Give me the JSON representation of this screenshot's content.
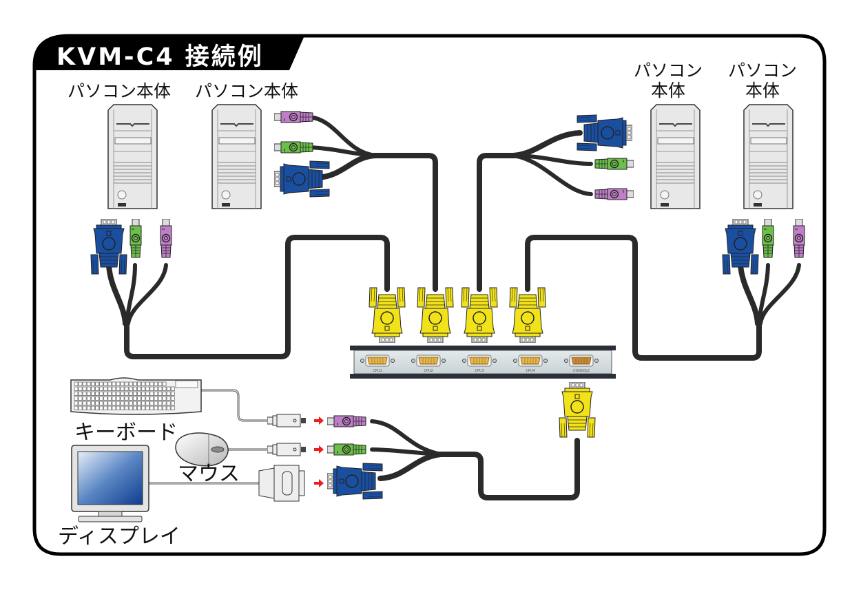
{
  "title": "KVM-C4 接続例",
  "pcs": [
    {
      "label": "パソコン本体",
      "lines": [
        "パソコン本体"
      ]
    },
    {
      "label": "パソコン本体",
      "lines": [
        "パソコン本体"
      ]
    },
    {
      "label": "パソコン本体",
      "lines": [
        "パソコン",
        "本体"
      ]
    },
    {
      "label": "パソコン本体",
      "lines": [
        "パソコン",
        "本体"
      ]
    }
  ],
  "peripherals": {
    "keyboard": "キーボード",
    "mouse": "マウス",
    "display": "ディスプレイ"
  },
  "switch": {
    "ports": [
      "CPU1",
      "CPU2",
      "CPU3",
      "CPU4",
      "CONSOLE"
    ]
  },
  "colors": {
    "frame": "#000000",
    "cable": "#2a2a2a",
    "vga_blue": "#1a4fa0",
    "ps2_green": "#6cc04a",
    "ps2_purple": "#c07ec8",
    "kvm_yellow": "#f2e21a",
    "arrow_red": "#ee1c1c",
    "pc_gray": "#e6e6e6",
    "switch_panel": "#d4dde0"
  }
}
